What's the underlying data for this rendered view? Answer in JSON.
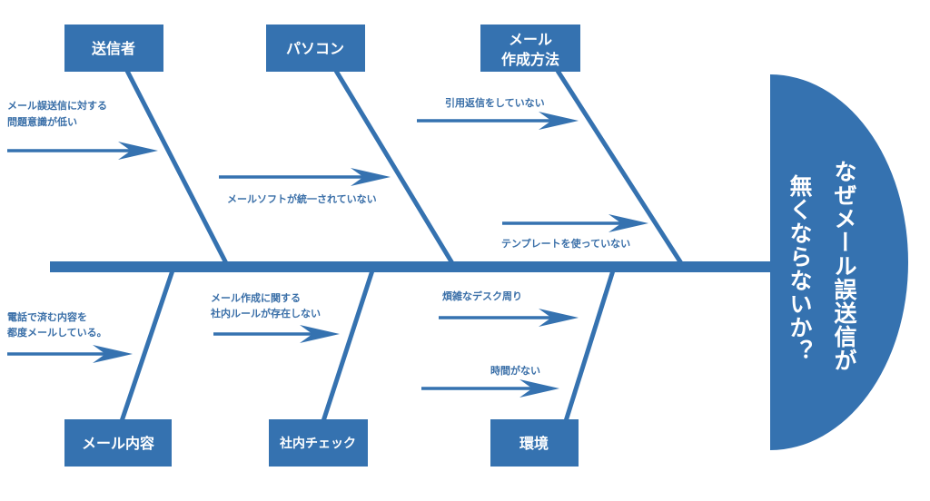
{
  "colors": {
    "primary": "#3572b0",
    "text": "#3a6fa8",
    "background": "#ffffff"
  },
  "head": {
    "line1": "なぜメール誤送信が",
    "line2": "無くならないか？"
  },
  "categories": {
    "sender": "送信者",
    "pc": "パソコン",
    "mail_method_1": "メール",
    "mail_method_2": "作成方法",
    "mail_content": "メール内容",
    "internal_check": "社内チェック",
    "environment": "環境"
  },
  "causes": {
    "sender_1a": "メール誤送信に対する",
    "sender_1b": "問題意識が低い",
    "pc_1": "メールソフトが統一されていない",
    "method_1": "引用返信をしていない",
    "method_2": "テンプレートを使っていない",
    "content_1a": "電話で済む内容を",
    "content_1b": "都度メールしている。",
    "check_1a": "メール作成に関する",
    "check_1b": "社内ルールが存在しない",
    "env_1": "煩雑なデスク周り",
    "env_2": "時間がない"
  }
}
